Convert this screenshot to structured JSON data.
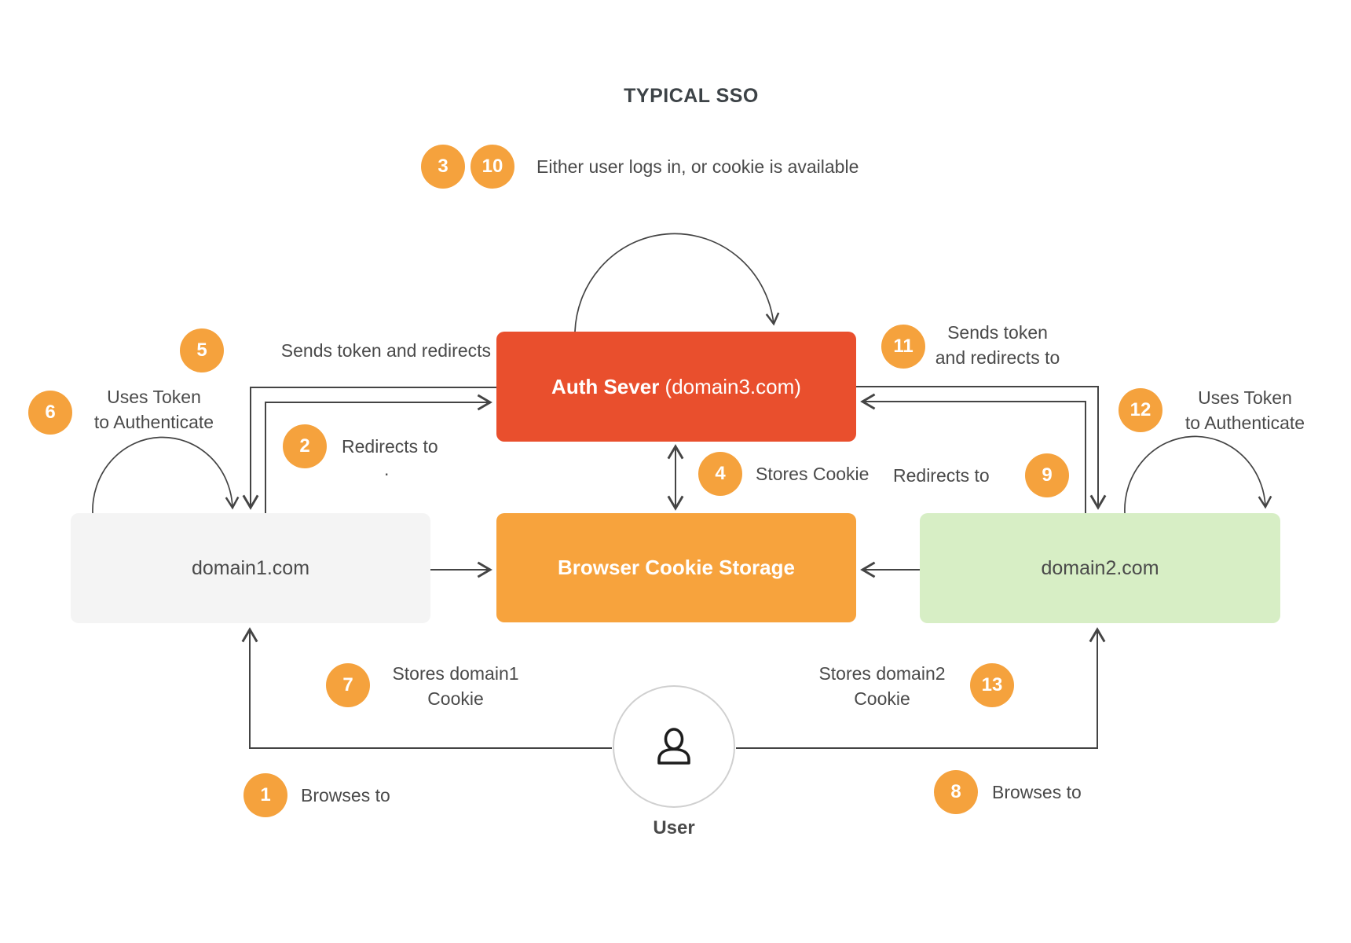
{
  "title": "TYPICAL SSO",
  "colors": {
    "badge_orange": "#F5A23D",
    "auth_red": "#E94F2D",
    "cookie_orange": "#F7A33D",
    "domain1_gray": "#F4F4F4",
    "domain2_green": "#D7EEC5",
    "text_dark": "#4A4A4A",
    "arrow": "#444444"
  },
  "nodes": {
    "auth_server": {
      "name_bold": "Auth Sever",
      "name_rest": " (domain3.com)"
    },
    "cookie_storage": {
      "name": "Browser Cookie Storage"
    },
    "domain1": {
      "name": "domain1.com"
    },
    "domain2": {
      "name": "domain2.com"
    },
    "user": {
      "name": "User"
    }
  },
  "steps": {
    "s1": {
      "num": "1",
      "text": "Browses to"
    },
    "s2": {
      "num": "2",
      "text": "Redirects to"
    },
    "s3": {
      "num": "3"
    },
    "s10": {
      "num": "10"
    },
    "s3_10_text": "Either user logs in, or cookie is available",
    "s4": {
      "num": "4",
      "text": "Stores Cookie"
    },
    "s5": {
      "num": "5",
      "text": "Sends token and redirects"
    },
    "s6": {
      "num": "6",
      "lines": [
        "Uses Token",
        "to Authenticate"
      ]
    },
    "s7": {
      "num": "7",
      "lines": [
        "Stores domain1",
        "Cookie"
      ]
    },
    "s8": {
      "num": "8",
      "text": "Browses to"
    },
    "s9": {
      "num": "9",
      "text": "Redirects to"
    },
    "s11": {
      "num": "11",
      "lines": [
        "Sends token",
        "and redirects to"
      ]
    },
    "s12": {
      "num": "12",
      "lines": [
        "Uses Token",
        "to Authenticate"
      ]
    },
    "s13": {
      "num": "13",
      "lines": [
        "Stores domain2",
        "Cookie"
      ]
    }
  },
  "stray_dot": "."
}
